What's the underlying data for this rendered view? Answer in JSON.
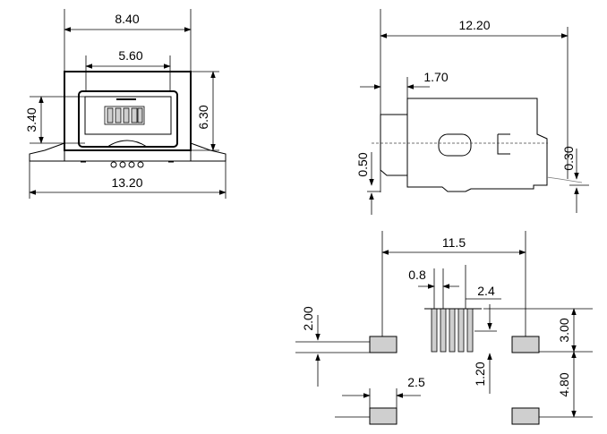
{
  "dimensions": {
    "front_top_width": "8.40",
    "front_inner_width": "5.60",
    "front_opening_height": "3.40",
    "front_body_height": "6.30",
    "front_total_width": "13.20",
    "side_length": "12.20",
    "side_offset": "1.70",
    "side_bottom_height": "0.50",
    "side_tail_height": "0.30",
    "footprint_pad_span": "11.5",
    "footprint_pin_pitch": "0.8",
    "footprint_pin_offset": "2.4",
    "footprint_pad_height": "2.00",
    "footprint_pin_length": "3.00",
    "footprint_pin_gap": "1.20",
    "footprint_pad_width": "2.5",
    "footprint_pad_pitch_v": "4.80"
  }
}
